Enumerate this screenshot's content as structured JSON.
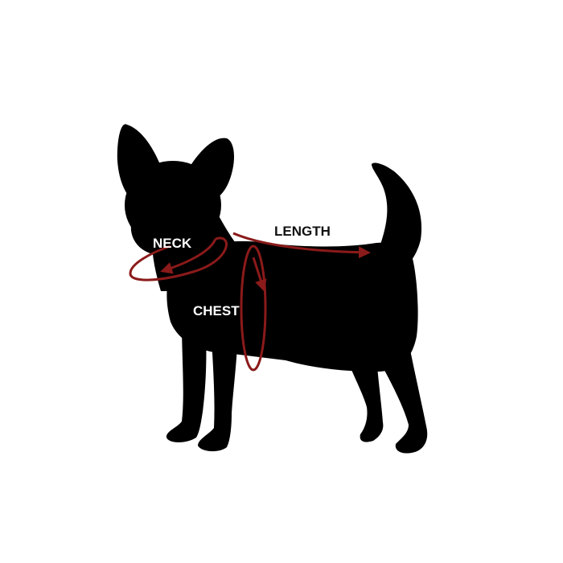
{
  "labels": {
    "neck": "NECK",
    "length": "LENGTH",
    "chest": "CHEST"
  },
  "colors": {
    "background": "#ffffff",
    "silhouette": "#000000",
    "measure_line": "#8b1a1a",
    "body_label": "#ffffff",
    "outside_label": "#111111"
  },
  "icons": {
    "figure": "dog-silhouette-icon",
    "measures": [
      "neck-measure-arrow",
      "length-measure-arrow",
      "chest-measure-arrow"
    ]
  }
}
